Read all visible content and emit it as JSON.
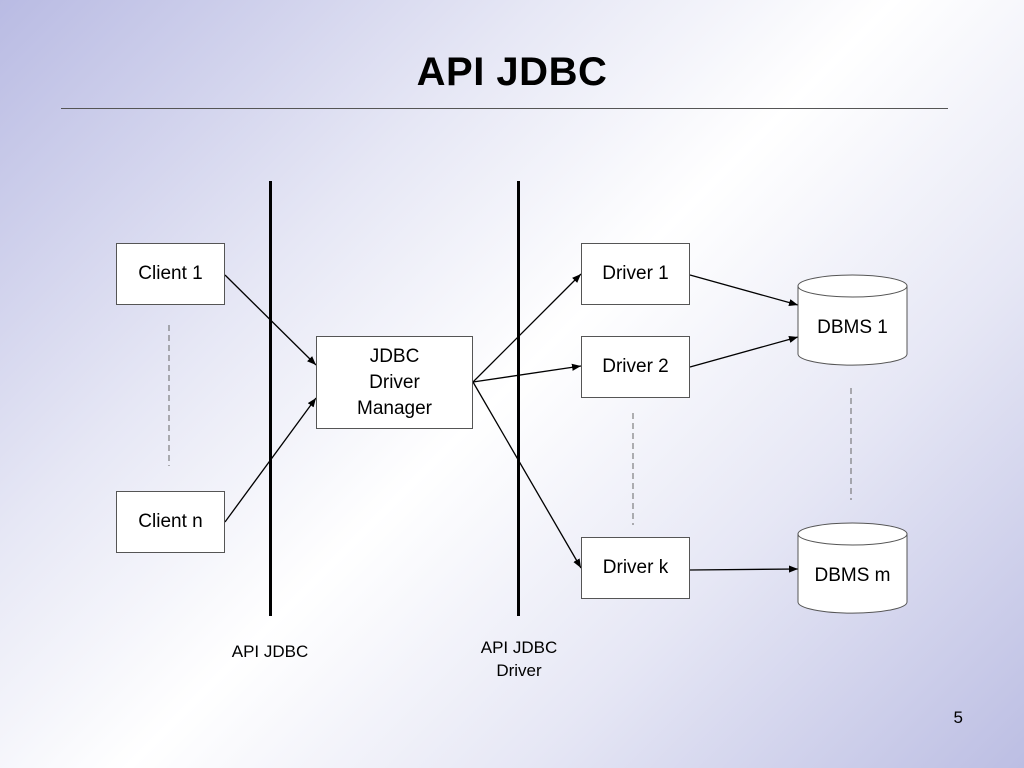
{
  "title": "API JDBC",
  "nodes": {
    "client1": "Client 1",
    "clientn": "Client n",
    "manager": [
      "JDBC",
      "Driver",
      "Manager"
    ],
    "driver1": "Driver 1",
    "driver2": "Driver 2",
    "driverk": "Driver k",
    "dbms1": "DBMS 1",
    "dbmsm": "DBMS m"
  },
  "captions": {
    "api_jdbc": "API JDBC",
    "api_jdbc_driver": [
      "API JDBC",
      "Driver"
    ]
  },
  "page_number": "5"
}
